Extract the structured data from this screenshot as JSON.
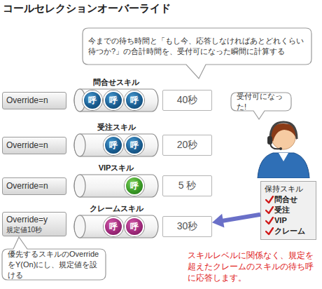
{
  "diagram": {
    "title": "コールセレクションオーバーライド",
    "nodes": [
      {
        "text": [
          "今までの待ち時間と「もし今、応答しなければあとどれくらい待つか?」の合計時間を、受付可になった瞬間に計算する"
        ]
      },
      {
        "text": [
          "Override=n"
        ]
      },
      {
        "text": [
          "問合せスキル"
        ]
      },
      {
        "text": [
          "呼"
        ],
        "in": 2
      },
      {
        "text": [
          "呼"
        ],
        "in": 2
      },
      {
        "text": [
          "呼"
        ],
        "in": 2
      },
      {
        "text": [
          "40秒"
        ]
      },
      {
        "text": [
          "Override=n"
        ]
      },
      {
        "text": [
          "受注スキル"
        ]
      },
      {
        "text": [
          "呼"
        ],
        "in": 8
      },
      {
        "text": [
          "呼"
        ],
        "in": 8
      },
      {
        "text": [
          "20秒"
        ]
      },
      {
        "text": [
          "Override=n"
        ]
      },
      {
        "text": [
          "VIPスキル"
        ]
      },
      {
        "text": [
          "呼"
        ],
        "in": 13
      },
      {
        "text": [
          "5 秒"
        ]
      },
      {
        "text": [
          "Override=y",
          "規定値10秒"
        ]
      },
      {
        "text": [
          "クレームスキル"
        ]
      },
      {
        "text": [
          "呼"
        ],
        "in": 17
      },
      {
        "text": [
          "呼"
        ],
        "in": 17
      },
      {
        "text": [
          "30秒"
        ]
      },
      {
        "text": [
          "受付可になった!"
        ]
      },
      {
        "text": [
          "保持スキル",
          "問合せ",
          "受注",
          "VIP",
          "クレーム"
        ]
      },
      {
        "text": [
          "優先するスキルのOverrideをY(On)にし、規定値を設ける"
        ]
      }
    ],
    "edges": [
      {
        "from": 22,
        "to": 20,
        "arrow": "to"
      }
    ],
    "labels": [
      "スキルレベルに関係なく、規定を超えたクレームのスキルの待ち呼に応答します。"
    ]
  }
}
